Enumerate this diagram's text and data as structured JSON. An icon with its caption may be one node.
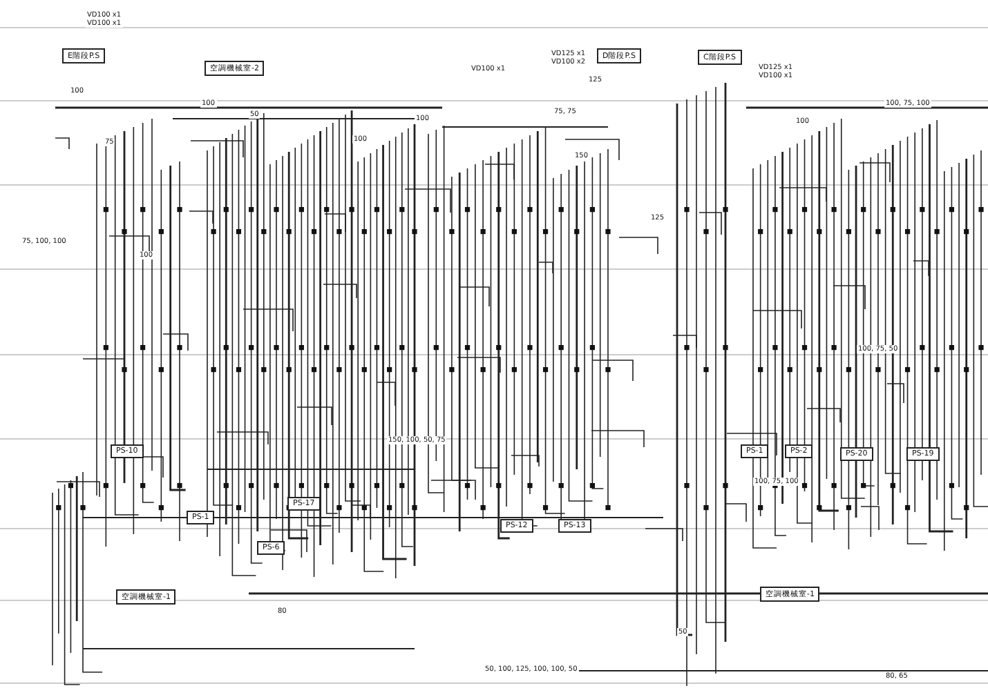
{
  "diagram": {
    "nodes": [
      {
        "text": [
          "E階段P.S"
        ]
      },
      {
        "text": [
          "空調機械室-2"
        ]
      },
      {
        "text": [
          "D階段P.S"
        ]
      },
      {
        "text": [
          "C階段P.S"
        ]
      },
      {
        "text": [
          "PS-10"
        ]
      },
      {
        "text": [
          "PS-1"
        ]
      },
      {
        "text": [
          "PS-6"
        ]
      },
      {
        "text": [
          "PS-17"
        ]
      },
      {
        "text": [
          "PS-12"
        ]
      },
      {
        "text": [
          "PS-13"
        ]
      },
      {
        "text": [
          "PS-1"
        ]
      },
      {
        "text": [
          "PS-2"
        ]
      },
      {
        "text": [
          "PS-20"
        ]
      },
      {
        "text": [
          "PS-19"
        ]
      },
      {
        "text": [
          "空調機械室-1"
        ]
      },
      {
        "text": [
          "空調機械室-1"
        ]
      }
    ],
    "labels": [
      "VD100 x1",
      "VD100 x1",
      "VD100 x1",
      "VD125 x1",
      "VD100 x2",
      "VD125 x1",
      "VD100 x1",
      "100",
      "100",
      "50",
      "100",
      "75",
      "100",
      "125",
      "150",
      "125",
      "100",
      "75, 75",
      "100, 75, 100",
      "100, 75, 50",
      "150, 100, 50, 75",
      "50",
      "80",
      "100",
      "100, 75, 100",
      "75, 100, 100",
      "50, 100, 125, 100, 100, 50",
      "80, 65"
    ]
  }
}
